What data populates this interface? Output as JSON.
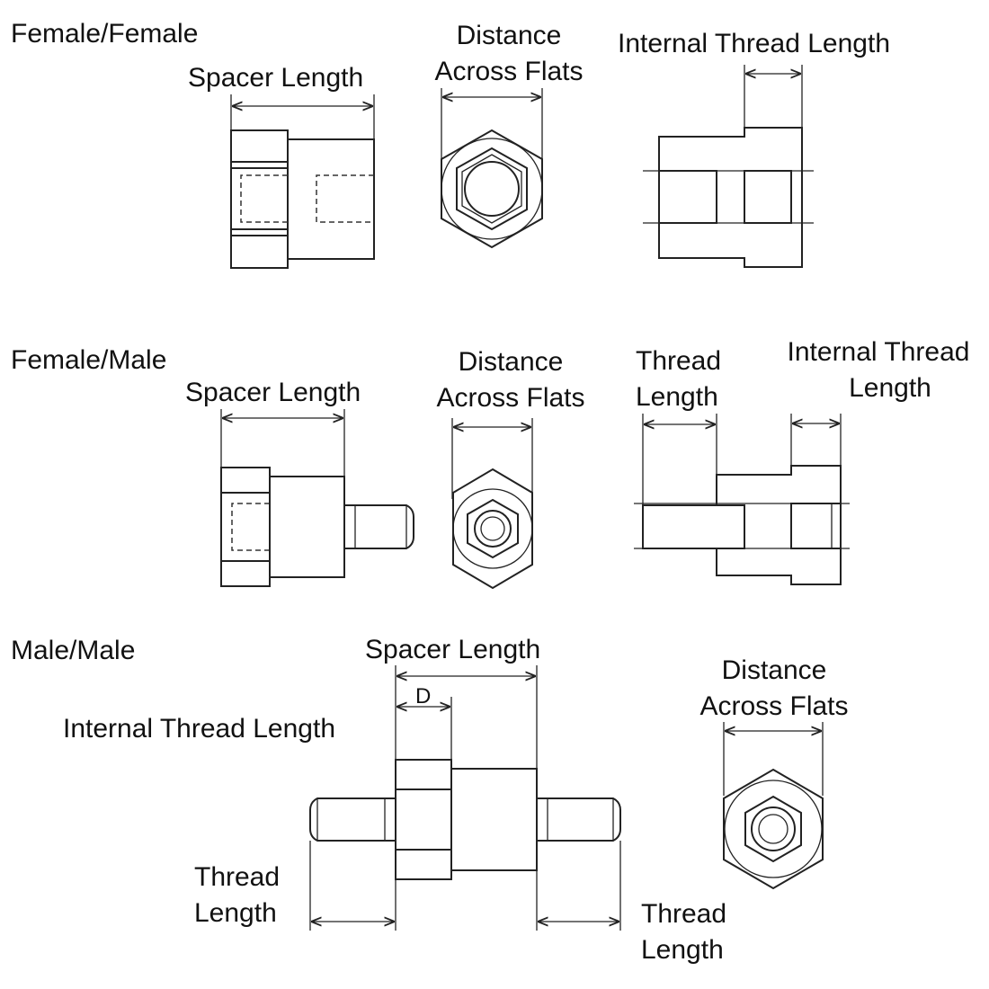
{
  "sections": {
    "female_female": {
      "title": "Female/Female",
      "spacer_length": "Spacer Length",
      "distance_across_flats": [
        "Distance",
        "Across Flats"
      ],
      "internal_thread_length": "Internal Thread Length"
    },
    "female_male": {
      "title": "Female/Male",
      "spacer_length": "Spacer Length",
      "distance_across_flats": [
        "Distance",
        "Across Flats"
      ],
      "thread_length": [
        "Thread",
        "Length"
      ],
      "internal_thread_length": [
        "Internal Thread",
        "Length"
      ]
    },
    "male_male": {
      "title": "Male/Male",
      "spacer_length": "Spacer Length",
      "d_label": "D",
      "internal_thread_length": "Internal Thread Length",
      "thread_length_left": [
        "Thread",
        "Length"
      ],
      "thread_length_right": [
        "Thread",
        "Length"
      ],
      "distance_across_flats": [
        "Distance",
        "Across Flats"
      ]
    }
  }
}
